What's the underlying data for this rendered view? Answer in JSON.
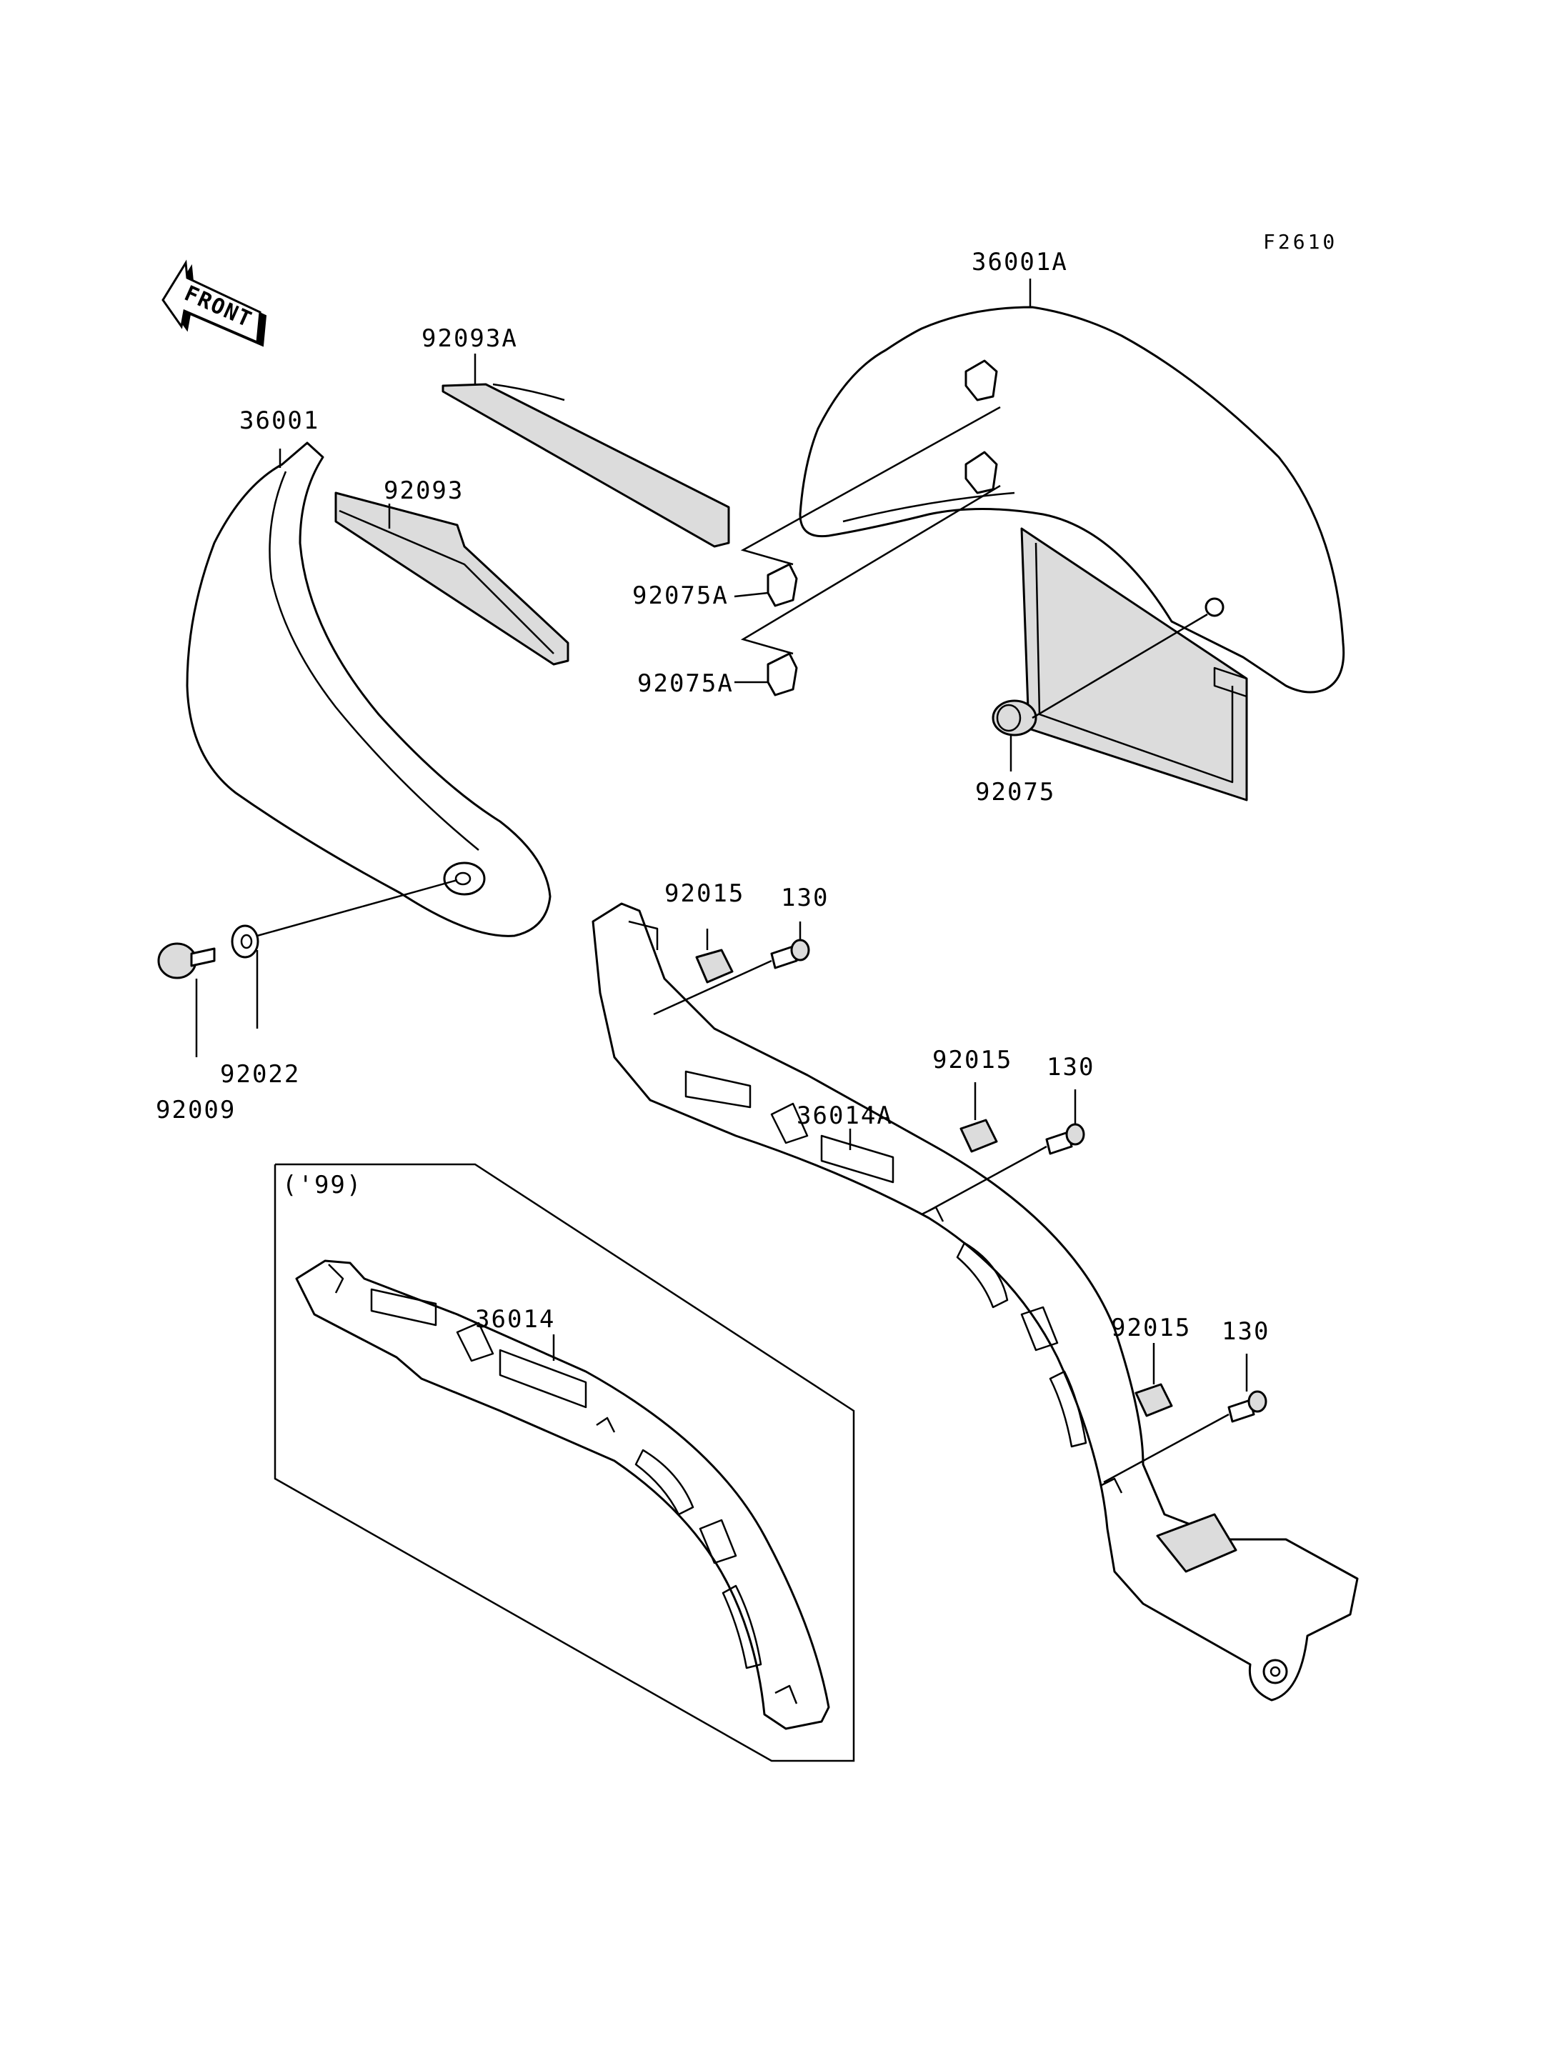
{
  "figure_code": "F2610",
  "front_arrow": {
    "text": "FRONT",
    "icon": "front-direction-arrow-icon"
  },
  "inset": {
    "label": "('99)"
  },
  "labels": {
    "p36001A": "36001A",
    "p92093A": "92093A",
    "p36001": "36001",
    "p92093": "92093",
    "p92075A_1": "92075A",
    "p92075A_2": "92075A",
    "p92075": "92075",
    "p92015_1": "92015",
    "p130_1": "130",
    "p92022": "92022",
    "p92009": "92009",
    "p36014A": "36014A",
    "p92015_2": "92015",
    "p130_2": "130",
    "p36014": "36014",
    "p92015_3": "92015",
    "p130_3": "130"
  }
}
